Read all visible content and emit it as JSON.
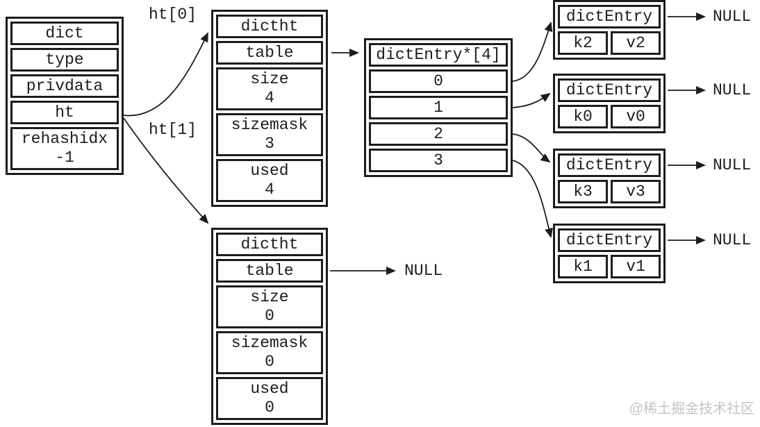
{
  "colors": {
    "line": "#1c1c1c",
    "watermark": "#c3c3c3",
    "background": "#ffffff"
  },
  "pointer_labels": {
    "ht0": "ht[0]",
    "ht1": "ht[1]"
  },
  "dict_box": {
    "rows": [
      "dict",
      "type",
      "privdata",
      "ht",
      "rehashidx\n-1"
    ]
  },
  "dictht0": {
    "rows": [
      "dictht",
      "table",
      "size\n4",
      "sizemask\n3",
      "used\n4"
    ]
  },
  "dictht1": {
    "rows": [
      "dictht",
      "table",
      "size\n0",
      "sizemask\n0",
      "used\n0"
    ],
    "next": "NULL"
  },
  "bucket_array": {
    "header": "dictEntry*[4]",
    "slots": [
      "0",
      "1",
      "2",
      "3"
    ]
  },
  "entries": [
    {
      "title": "dictEntry",
      "key": "k2",
      "value": "v2",
      "next": "NULL"
    },
    {
      "title": "dictEntry",
      "key": "k0",
      "value": "v0",
      "next": "NULL"
    },
    {
      "title": "dictEntry",
      "key": "k3",
      "value": "v3",
      "next": "NULL"
    },
    {
      "title": "dictEntry",
      "key": "k1",
      "value": "v1",
      "next": "NULL"
    }
  ],
  "watermark": "@稀土掘金技术社区"
}
